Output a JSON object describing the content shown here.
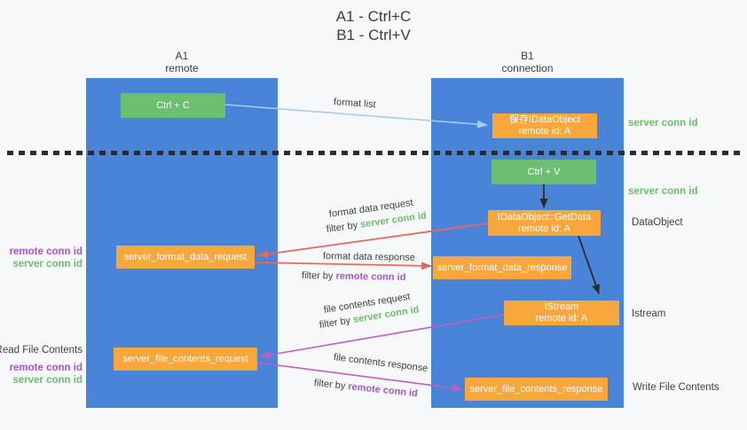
{
  "title": {
    "line1": "A1 - Ctrl+C",
    "line2": "B1 - Ctrl+V"
  },
  "lanes": {
    "left": {
      "name": "A1",
      "role": "remote"
    },
    "right": {
      "name": "B1",
      "role": "connection"
    }
  },
  "nodes": {
    "ctrl_c": {
      "label": "Ctrl + C"
    },
    "ctrl_v": {
      "label": "Ctrl + V"
    },
    "save_idataobject": {
      "line1": "保存IDataObject",
      "line2": "remote id: A"
    },
    "getdata": {
      "line1": "IDataObject::GetData",
      "line2": "remote id: A"
    },
    "istream": {
      "line1": "IStream",
      "line2": "remote id: A"
    },
    "format_request": {
      "label": "server_format_data_request"
    },
    "format_response": {
      "label": "server_format_data_response"
    },
    "file_request": {
      "label": "server_file_contents_request"
    },
    "file_response": {
      "label": "server_file_contents_response"
    }
  },
  "edge_labels": {
    "format_list": "format list",
    "format_data_request": "format data request",
    "format_data_response": "format data response",
    "file_contents_request": "file contents request",
    "file_contents_response": "file contents response",
    "filter_by": "filter by",
    "server_conn_id": "server conn id",
    "remote_conn_id": "remote conn id"
  },
  "side_labels": {
    "dataobject": "DataObject",
    "istream": "Istream",
    "read_file_contents": "Read File Contents",
    "write_file_contents": "Write File Contents"
  },
  "colors": {
    "lane_blue": "#4a84d8",
    "node_green": "#6cbe70",
    "node_orange": "#f7a73c",
    "conn_id_green": "#6abf69",
    "conn_id_purple": "#a855c8",
    "arrow_blue": "#a3cfee",
    "arrow_red": "#e5685f",
    "arrow_magenta": "#bf5ec4",
    "arrow_black": "#2b2b2b",
    "text_dark": "#3c3c3c"
  }
}
